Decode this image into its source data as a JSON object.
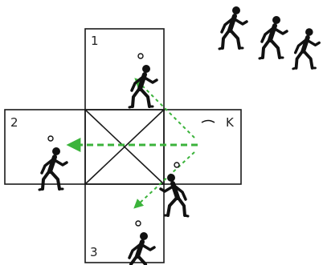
{
  "labels": {
    "box1": "1",
    "box2": "2",
    "box3": "3",
    "boxK": "K"
  },
  "colors": {
    "outline": "#1a1a1a",
    "figure": "#111111",
    "arrow": "#3bb33b"
  },
  "icons": {
    "player": "running-person-icon",
    "queue": "waiting-players-icon"
  }
}
